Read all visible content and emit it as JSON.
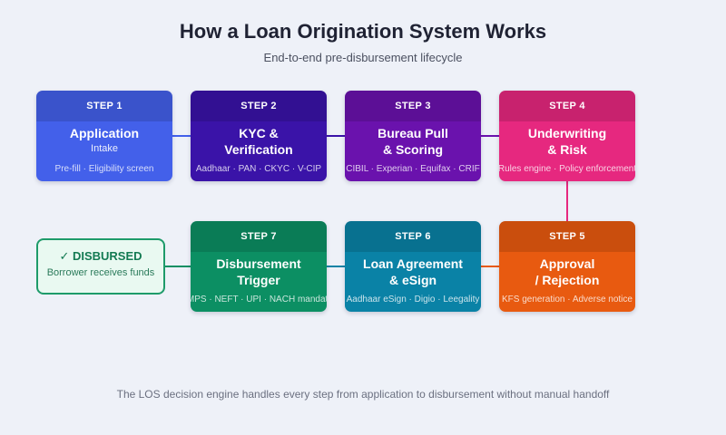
{
  "header": {
    "title": "How a Loan Origination System Works",
    "subtitle": "End-to-end pre-disbursement lifecycle"
  },
  "steps": [
    {
      "step": "STEP 1",
      "name": "Application",
      "sub": "Intake",
      "detail": "Pre-fill · Eligibility screen",
      "color": "#4360ea"
    },
    {
      "step": "STEP 2",
      "name": "KYC &\nVerification",
      "detail": "Aadhaar · PAN · CKYC · V-CIP",
      "color": "#3a13a8"
    },
    {
      "step": "STEP 3",
      "name": "Bureau Pull\n& Scoring",
      "detail": "CIBIL · Experian · Equifax · CRIF",
      "color": "#6a12ad"
    },
    {
      "step": "STEP 4",
      "name": "Underwriting\n& Risk",
      "detail": "Rules engine · Policy enforcement",
      "color": "#e6287f"
    },
    {
      "step": "STEP 5",
      "name": "Approval\n/ Rejection",
      "detail": "KFS generation · Adverse notice",
      "color": "#e85a10"
    },
    {
      "step": "STEP 6",
      "name": "Loan Agreement\n& eSign",
      "detail": "Aadhaar eSign · Digio · Leegality",
      "color": "#0a82a6"
    },
    {
      "step": "STEP 7",
      "name": "Disbursement\nTrigger",
      "detail": "IMPS · NEFT · UPI · NACH mandate",
      "color": "#0c8f63"
    }
  ],
  "outcome": {
    "label": "✓ DISBURSED",
    "note": "Borrower receives funds",
    "color": "#1e9b6a"
  },
  "footer": {
    "text": "The LOS decision engine handles every step from application to disbursement without manual handoff"
  }
}
